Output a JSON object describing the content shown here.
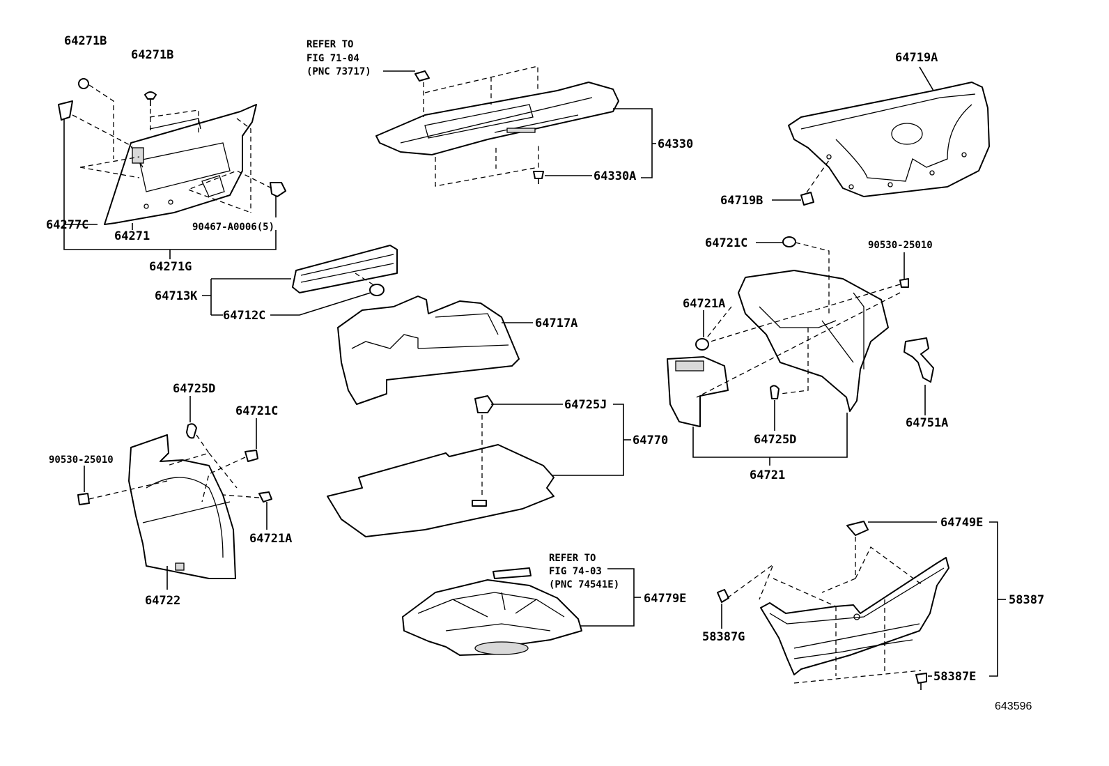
{
  "labels": {
    "p64271B_a": "64271B",
    "p64271B_b": "64271B",
    "p64277C": "64277C",
    "p64271": "64271",
    "p90467": "90467-A0006(5)",
    "p64271G": "64271G",
    "p64713K": "64713K",
    "p64712C": "64712C",
    "p64717A": "64717A",
    "p64330": "64330",
    "p64330A": "64330A",
    "p64719A": "64719A",
    "p64719B": "64719B",
    "p64721C_r": "64721C",
    "p90530_r": "90530-25010",
    "p64721A_r": "64721A",
    "p64751A": "64751A",
    "p64725D_r": "64725D",
    "p64721": "64721",
    "p64725D_l": "64725D",
    "p64721C_l": "64721C",
    "p90530_l": "90530-25010",
    "p64721A_l": "64721A",
    "p64722": "64722",
    "p64725J": "64725J",
    "p64770": "64770",
    "p64779E": "64779E",
    "p64749E": "64749E",
    "p58387": "58387",
    "p58387G": "58387G",
    "p58387E": "58387E"
  },
  "notes": {
    "refer_top": [
      "REFER TO",
      "FIG 71-04",
      "(PNC 73717)"
    ],
    "refer_bottom": [
      "REFER TO",
      "FIG 74-03",
      "(PNC 74541E)"
    ]
  },
  "figure_number": "643596"
}
